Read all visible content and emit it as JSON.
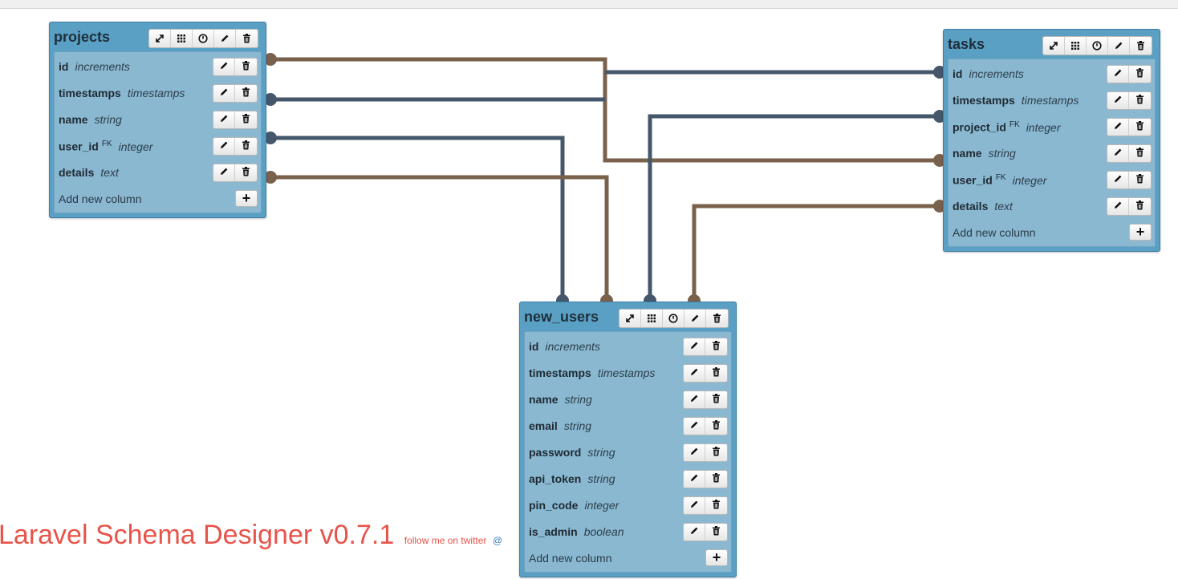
{
  "app": {
    "title": "Laravel Schema Designer v0.7.1",
    "twitter_text": "follow me on twitter",
    "twitter_handle_visible": "@"
  },
  "colors": {
    "table_header": "#5aa0c4",
    "table_body": "#8ab8d1",
    "link_dark": "#44576b",
    "link_brown": "#7a614c",
    "footer_red": "#e8534a"
  },
  "icons": {
    "toolbar": [
      "expand-icon",
      "grid-icon",
      "clock-icon",
      "pencil-icon",
      "trash-icon"
    ],
    "row": [
      "pencil-icon",
      "trash-icon"
    ],
    "add": "plus-icon"
  },
  "tables": {
    "projects": {
      "title": "projects",
      "columns": [
        {
          "name": "id",
          "fk": "",
          "type": "increments"
        },
        {
          "name": "timestamps",
          "fk": "",
          "type": "timestamps"
        },
        {
          "name": "name",
          "fk": "",
          "type": "string"
        },
        {
          "name": "user_id",
          "fk": "FK",
          "type": "integer"
        },
        {
          "name": "details",
          "fk": "",
          "type": "text"
        }
      ],
      "add_label": "Add new column"
    },
    "tasks": {
      "title": "tasks",
      "columns": [
        {
          "name": "id",
          "fk": "",
          "type": "increments"
        },
        {
          "name": "timestamps",
          "fk": "",
          "type": "timestamps"
        },
        {
          "name": "project_id",
          "fk": "FK",
          "type": "integer"
        },
        {
          "name": "name",
          "fk": "",
          "type": "string"
        },
        {
          "name": "user_id",
          "fk": "FK",
          "type": "integer"
        },
        {
          "name": "details",
          "fk": "",
          "type": "text"
        }
      ],
      "add_label": "Add new column"
    },
    "new_users": {
      "title": "new_users",
      "columns": [
        {
          "name": "id",
          "fk": "",
          "type": "increments"
        },
        {
          "name": "timestamps",
          "fk": "",
          "type": "timestamps"
        },
        {
          "name": "name",
          "fk": "",
          "type": "string"
        },
        {
          "name": "email",
          "fk": "",
          "type": "string"
        },
        {
          "name": "password",
          "fk": "",
          "type": "string"
        },
        {
          "name": "api_token",
          "fk": "",
          "type": "string"
        },
        {
          "name": "pin_code",
          "fk": "",
          "type": "integer"
        },
        {
          "name": "is_admin",
          "fk": "",
          "type": "boolean"
        }
      ],
      "add_label": "Add new column"
    }
  }
}
